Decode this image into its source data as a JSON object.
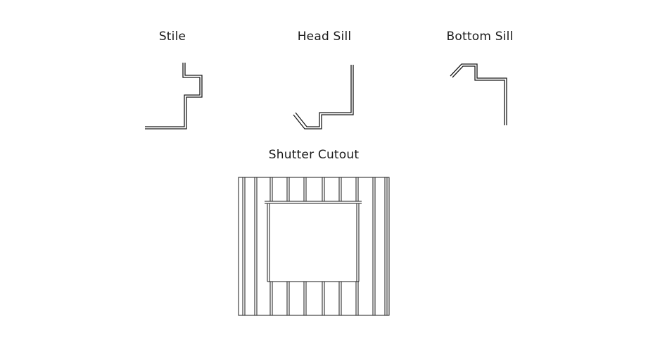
{
  "diagram": {
    "profiles": [
      {
        "id": "stile",
        "label": "Stile"
      },
      {
        "id": "head-sill",
        "label": "Head Sill"
      },
      {
        "id": "bottom-sill",
        "label": "Bottom Sill"
      }
    ],
    "cutout": {
      "label": "Shutter Cutout"
    }
  },
  "colors": {
    "line": "#1a1a1a",
    "background": "#ffffff"
  }
}
